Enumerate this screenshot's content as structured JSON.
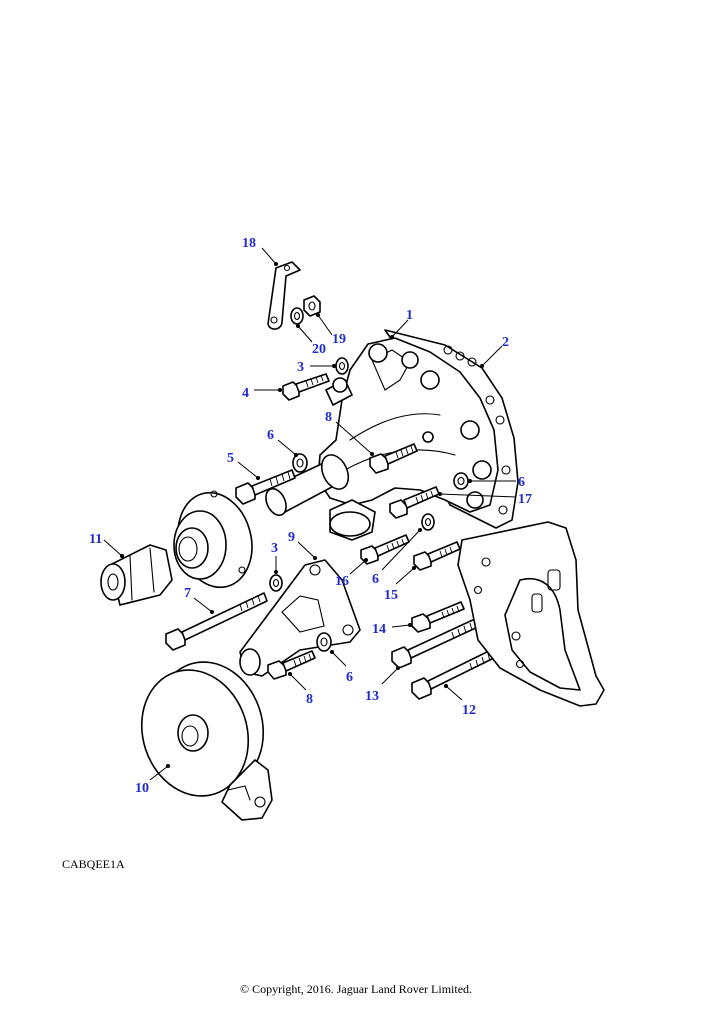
{
  "diagram": {
    "reference_code": "CABQEE1A",
    "copyright": "© Copyright, 2016. Jaguar Land Rover Limited.",
    "callout_color": "#1f2bd0",
    "line_color": "#000000",
    "callouts": {
      "c1": "1",
      "c2": "2",
      "c3a": "3",
      "c3b": "3",
      "c4": "4",
      "c5": "5",
      "c6a": "6",
      "c6b": "6",
      "c6c": "6",
      "c6d": "6",
      "c7": "7",
      "c8a": "8",
      "c8b": "8",
      "c9": "9",
      "c10": "10",
      "c11": "11",
      "c12": "12",
      "c13": "13",
      "c14": "14",
      "c15": "15",
      "c16": "16",
      "c17": "17",
      "c18": "18",
      "c19": "19",
      "c20": "20"
    }
  }
}
